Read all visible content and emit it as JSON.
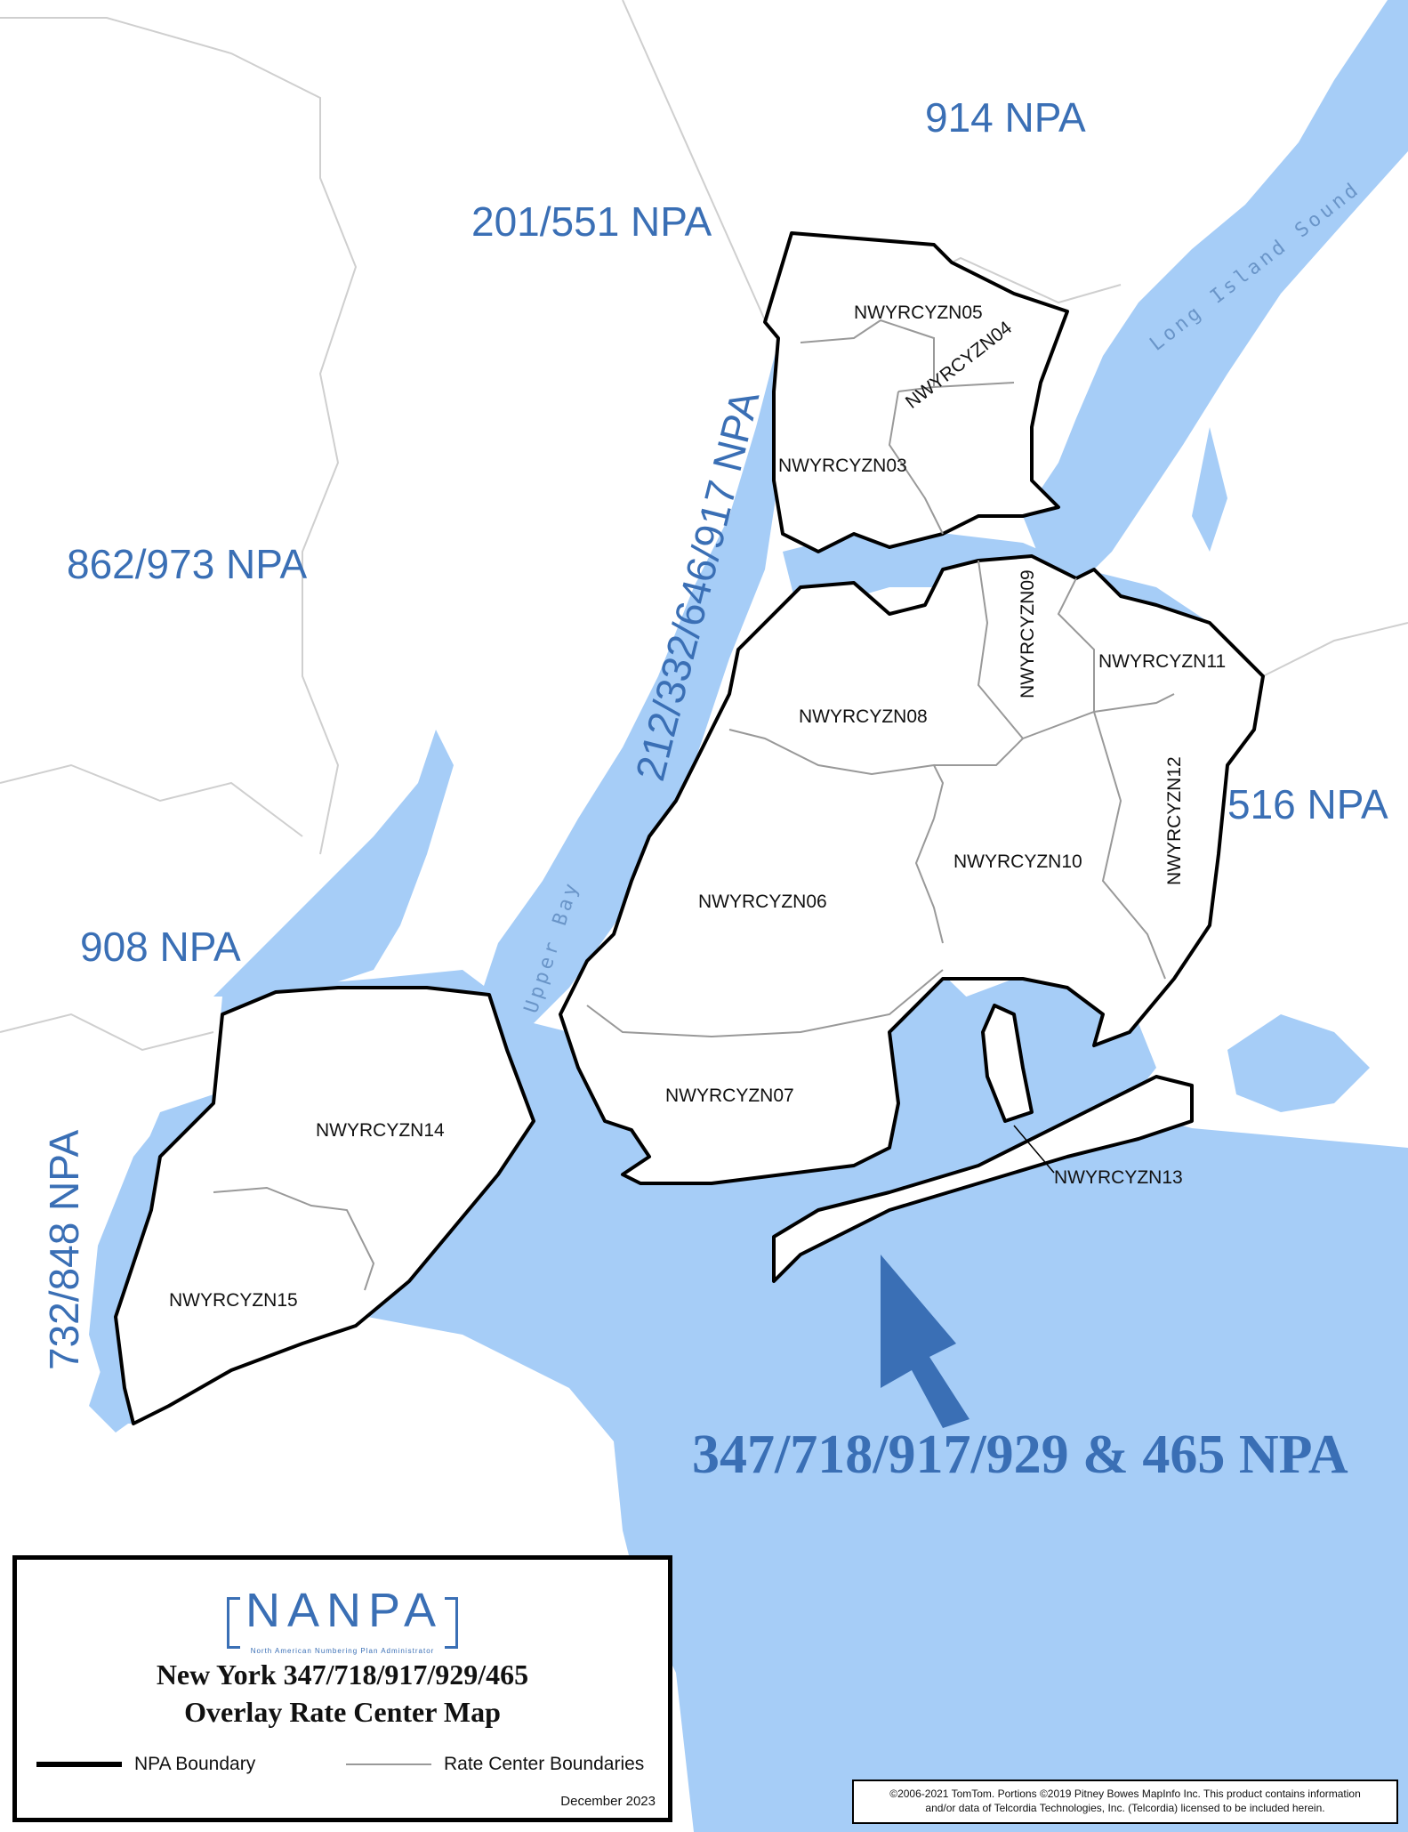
{
  "npa_labels": {
    "npa_914": "914 NPA",
    "npa_201_551": "201/551 NPA",
    "npa_862_973": "862/973 NPA",
    "npa_908": "908 NPA",
    "npa_732_848": "732/848 NPA",
    "npa_212": "212/332/646/917 NPA",
    "npa_516": "516 NPA",
    "npa_main": "347/718/917/929 & 465 NPA"
  },
  "water_labels": {
    "long_island_sound": "Long Island Sound",
    "upper_bay": "Upper Bay"
  },
  "rate_centers": {
    "rc03": "NWYRCYZN03",
    "rc04": "NWYRCYZN04",
    "rc05": "NWYRCYZN05",
    "rc06": "NWYRCYZN06",
    "rc07": "NWYRCYZN07",
    "rc08": "NWYRCYZN08",
    "rc09": "NWYRCYZN09",
    "rc10": "NWYRCYZN10",
    "rc11": "NWYRCYZN11",
    "rc12": "NWYRCYZN12",
    "rc13": "NWYRCYZN13",
    "rc14": "NWYRCYZN14",
    "rc15": "NWYRCYZN15"
  },
  "legend": {
    "logo": "NANPA",
    "logo_subtitle": "North American Numbering Plan Administrator",
    "title_line1": "New York 347/718/917/929/465",
    "title_line2": "Overlay Rate Center Map",
    "npa_boundary": "NPA Boundary",
    "rate_center_boundaries": "Rate Center Boundaries",
    "date": "December 2023"
  },
  "copyright": {
    "line1": "©2006-2021 TomTom. Portions ©2019 Pitney Bowes MapInfo Inc. This product contains information",
    "line2": "and/or data of Telcordia Technologies, Inc. (Telcordia) licensed to be included herein."
  },
  "colors": {
    "water": "#a6cdf7",
    "label_blue": "#3a6fb5",
    "land": "#ffffff",
    "npa_boundary": "#000000",
    "rate_center_boundary": "#999999",
    "arrow": "#3a6fb5"
  }
}
